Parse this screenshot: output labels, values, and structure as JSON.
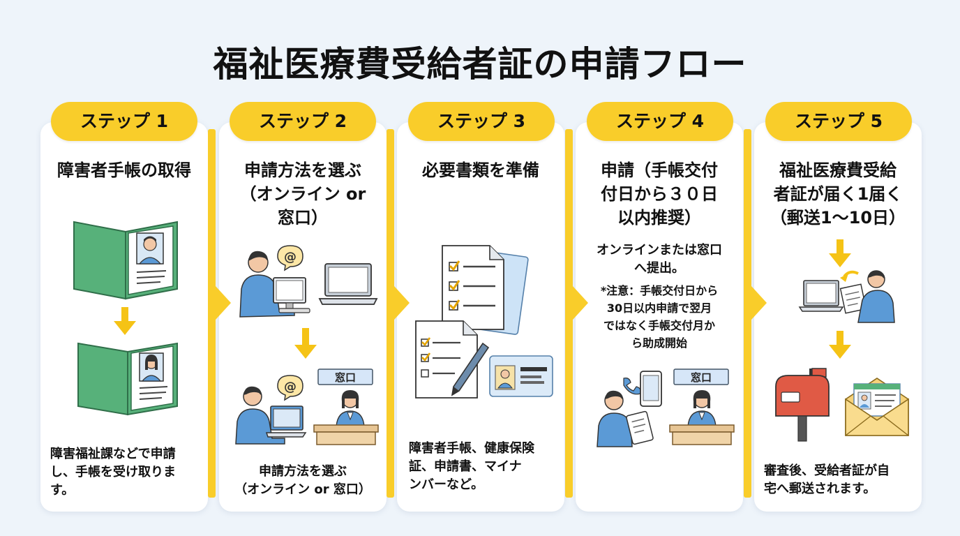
{
  "title": "福祉医療費受給者証の申請フロー",
  "steps": [
    {
      "label": "ステップ 1",
      "heading": "障害者手帳の取得",
      "description": "障害福祉課などで申請\nし、手帳を受け取りま\nす。"
    },
    {
      "label": "ステップ 2",
      "heading": "申請方法を選ぶ\n（オンライン or\n窓口）",
      "description": "申請方法を選ぶ\n（オンライン or 窓口）",
      "counter_sign": "窓口",
      "at_symbol": "@"
    },
    {
      "label": "ステップ 3",
      "heading": "必要書類を準備",
      "description": "障害者手帳、健康保険\n証、申請書、マイナ\nンバーなど。"
    },
    {
      "label": "ステップ 4",
      "heading": "申請（手帳交付\n付日から３０日\n以内推奨）",
      "description": "オンラインまたは窓口\nへ提出。",
      "note": "*注意：手帳交付日から\n30日以内申請で翌月\nではなく手帳交付月か\nら助成開始",
      "counter_sign": "窓口"
    },
    {
      "label": "ステップ 5",
      "heading": "福祉医療費受給\n者証が届く1届く\n（郵送1～10日）",
      "description": "審査後、受給者証が自\n宅へ郵送されます。"
    }
  ],
  "colors": {
    "accent": "#f9cd2a",
    "background": "#eef4fa",
    "card": "#ffffff",
    "book_green": "#57b17a",
    "person_blue": "#5b9ad6",
    "arrow": "#f5c316",
    "mailbox_red": "#e05a45"
  }
}
